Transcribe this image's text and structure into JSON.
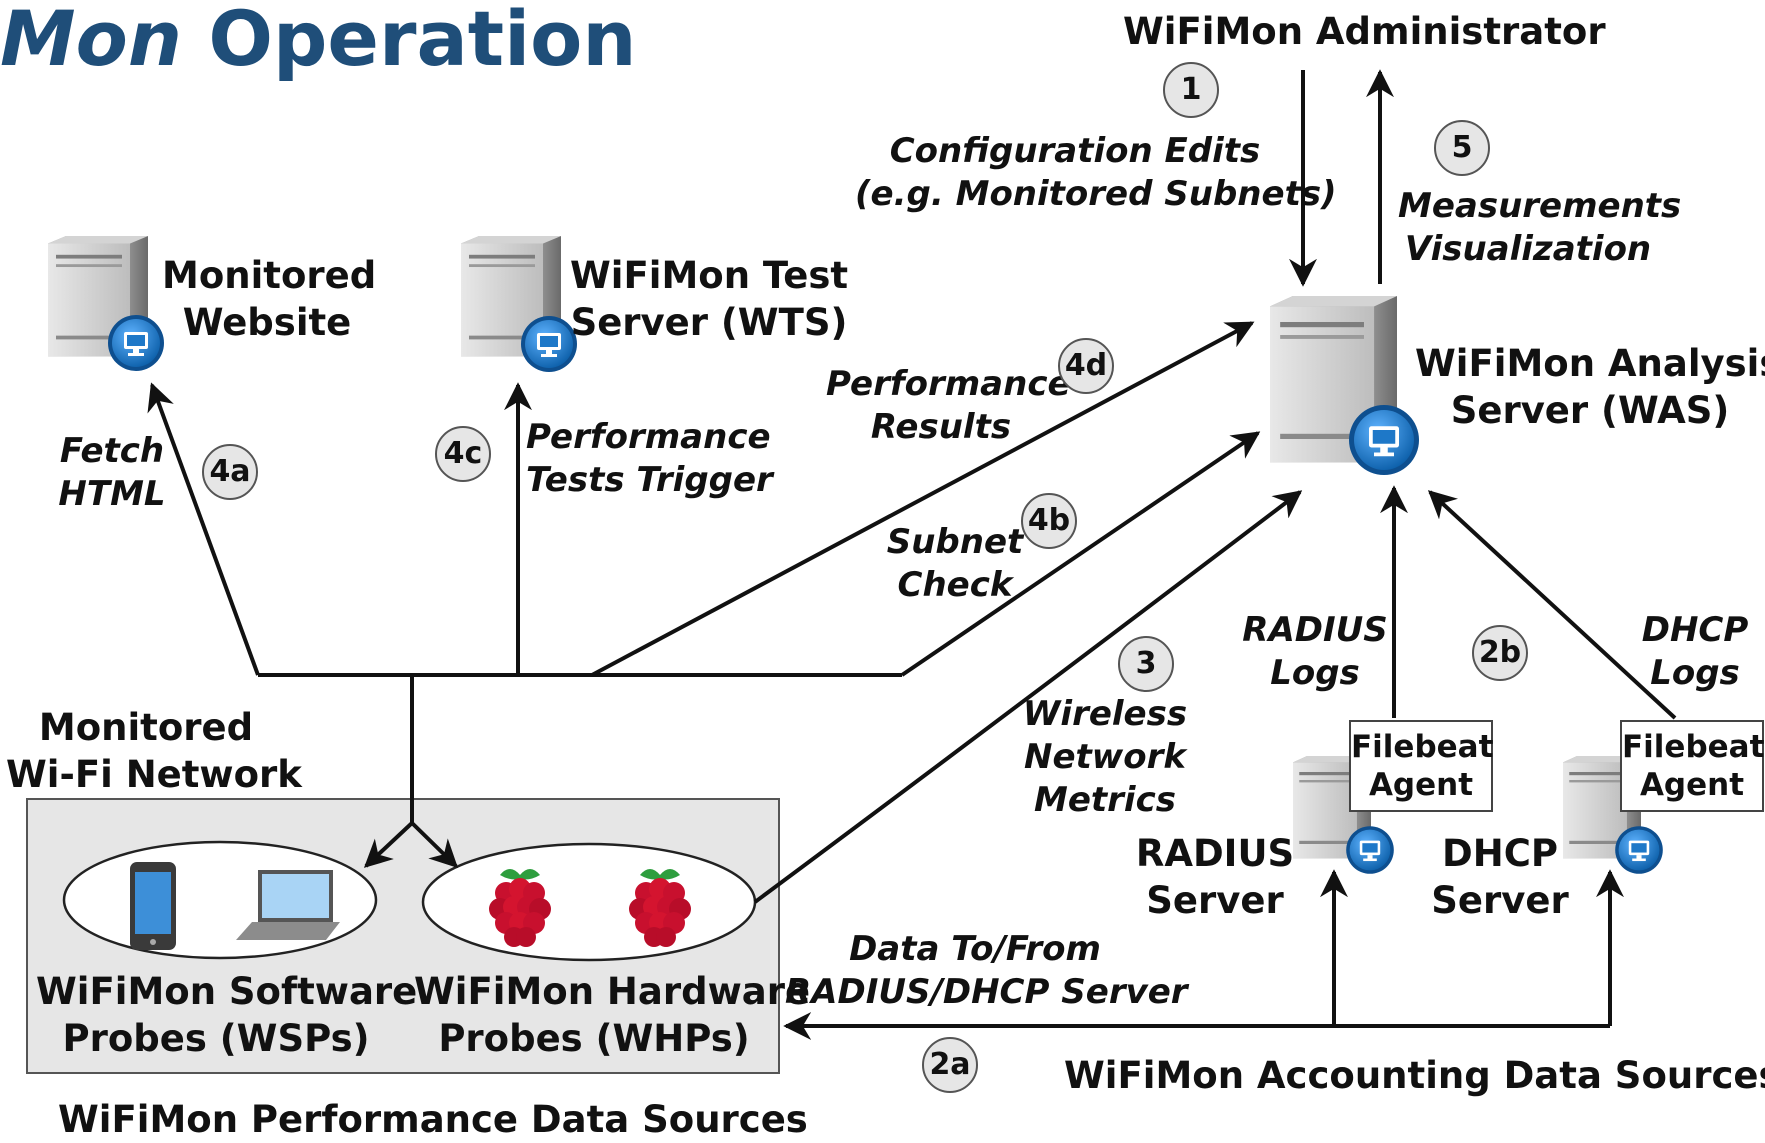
{
  "title": {
    "italic_part": "Mon",
    "rest": " Operation"
  },
  "administrator": "WiFiMon Administrator",
  "config_edits": [
    "Configuration Edits",
    "(e.g. Monitored Subnets)"
  ],
  "measurements": [
    "Measurements",
    "Visualization"
  ],
  "monitored_website": [
    "Monitored",
    "Website"
  ],
  "wts": [
    "WiFiMon Test",
    "Server (WTS)"
  ],
  "was": [
    "WiFiMon Analysis",
    "Server (WAS)"
  ],
  "performance_results": [
    "Performance",
    "Results"
  ],
  "subnet_check": [
    "Subnet",
    "Check"
  ],
  "fetch_html": [
    "Fetch",
    "HTML"
  ],
  "perf_tests_trigger": [
    "Performance",
    "Tests Trigger"
  ],
  "monitored_network": [
    "Monitored",
    "Wi-Fi Network"
  ],
  "wireless_metrics": [
    "Wireless",
    "Network",
    "Metrics"
  ],
  "radius_logs": [
    "RADIUS",
    "Logs"
  ],
  "dhcp_logs": [
    "DHCP",
    "Logs"
  ],
  "filebeat_agent": [
    "Filebeat",
    "Agent"
  ],
  "radius_server": [
    "RADIUS",
    "Server"
  ],
  "dhcp_server": [
    "DHCP",
    "Server"
  ],
  "wsp": [
    "WiFiMon Software",
    "Probes (WSPs)"
  ],
  "whp": [
    "WiFiMon Hardware",
    "Probes (WHPs)"
  ],
  "data_to_from": [
    "Data To/From",
    "RADIUS/DHCP Server"
  ],
  "accounting_sources": "WiFiMon Accounting Data Sources",
  "performance_sources": "WiFiMon Performance Data Sources",
  "steps": {
    "s1": "1",
    "s5": "5",
    "s4d": "4d",
    "s4a": "4a",
    "s4c": "4c",
    "s4b": "4b",
    "s3": "3",
    "s2b": "2b",
    "s2a": "2a"
  },
  "colors": {
    "title": "#1f4e79",
    "server_body": "#c9c9c9",
    "badge_blue": "#1e78c8",
    "probe_box": "#e6e6e6",
    "raspberry": "#c8102e",
    "leaf": "#2e9e3e"
  },
  "icons": [
    "server-icon",
    "monitor-badge-icon",
    "tablet-icon",
    "laptop-icon",
    "raspberry-pi-icon"
  ]
}
